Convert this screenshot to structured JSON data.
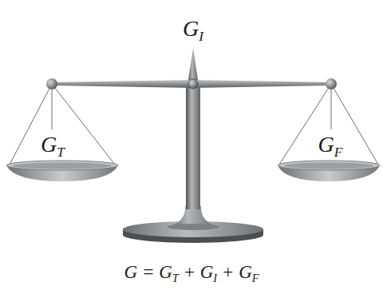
{
  "diagram": {
    "labels": [
      "GI",
      "GT",
      "GF",
      "G = GT + GI + GF"
    ]
  }
}
